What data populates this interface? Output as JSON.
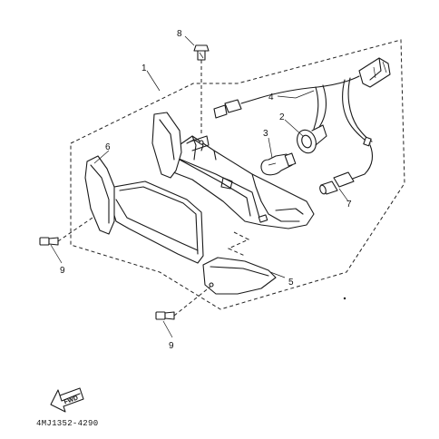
{
  "callouts": [
    {
      "id": "1",
      "text": "1"
    },
    {
      "id": "2",
      "text": "2"
    },
    {
      "id": "3",
      "text": "3"
    },
    {
      "id": "4",
      "text": "4"
    },
    {
      "id": "5",
      "text": "5"
    },
    {
      "id": "6",
      "text": "6"
    },
    {
      "id": "7",
      "text": "7"
    },
    {
      "id": "8",
      "text": "8"
    },
    {
      "id": "9a",
      "text": "9"
    },
    {
      "id": "9b",
      "text": "9"
    }
  ],
  "fwd_badge": "FWD",
  "diagram_code": "4MJ1352-4290"
}
